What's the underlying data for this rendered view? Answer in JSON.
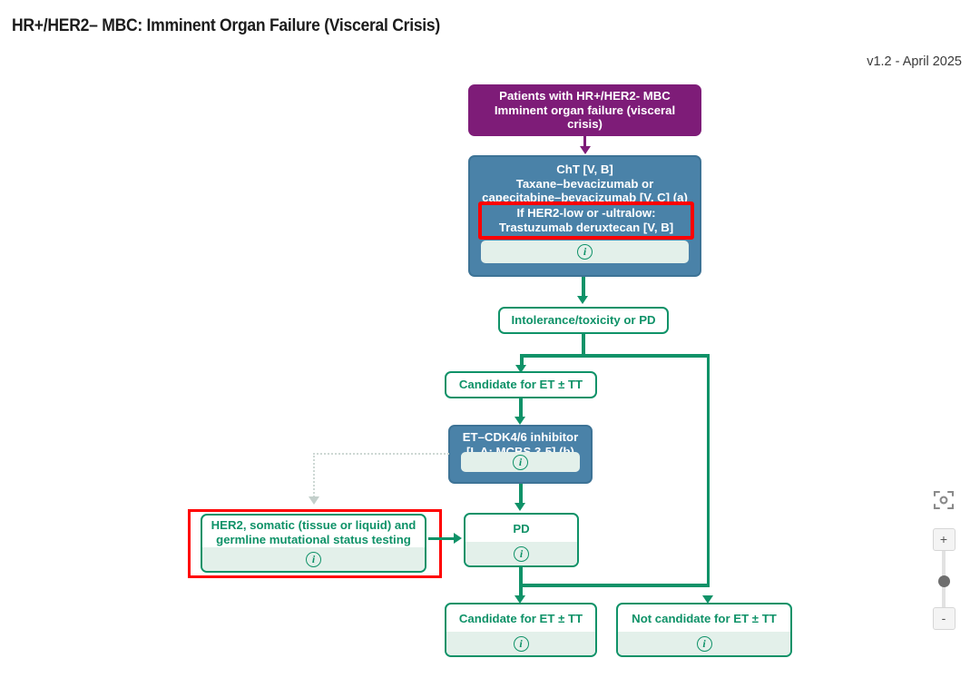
{
  "header": {
    "title": "HR+/HER2– MBC: Imminent Organ Failure (Visceral Crisis)",
    "version": "v1.2 - April 2025"
  },
  "nodes": {
    "patients": {
      "line1": "Patients with HR+/HER2- MBC",
      "line2": "Imminent organ failure (visceral crisis)"
    },
    "cht": {
      "line1": "ChT [V, B]",
      "line2": "Taxane–bevacizumab or",
      "line3": "capecitabine–bevacizumab [V, C] (a)",
      "info": "ⓘ"
    },
    "her2_low_overlay": {
      "line1": "If HER2-low or -ultralow:",
      "line2": "Trastuzumab deruxtecan [V, B]"
    },
    "intolerance": {
      "label": "Intolerance/toxicity or PD"
    },
    "candidate_et_tt_1": {
      "label": "Candidate for ET ± TT"
    },
    "et_cdk": {
      "line1": "ET–CDK4/6 inhibitor",
      "line2": "[I, A; MCBS 3-5] (b)",
      "info": "ⓘ"
    },
    "her2_testing": {
      "line1": "HER2, somatic (tissue or liquid) and",
      "line2": "germline mutational status testing",
      "info": "ⓘ"
    },
    "pd": {
      "label": "PD",
      "info": "ⓘ"
    },
    "candidate_et_tt_2": {
      "label": "Candidate for ET ± TT",
      "info": "ⓘ"
    },
    "not_candidate_et_tt": {
      "label": "Not candidate for ET ± TT",
      "info": "ⓘ"
    }
  },
  "controls": {
    "fit_icon": "fit-to-screen-icon",
    "zoom_in_label": "+",
    "zoom_out_label": "-"
  },
  "colors": {
    "purple": "#7e1c78",
    "blue": "#4a82a8",
    "green": "#0f9268",
    "red_highlight": "#ff0000",
    "infobar": "#e3f0ea"
  }
}
